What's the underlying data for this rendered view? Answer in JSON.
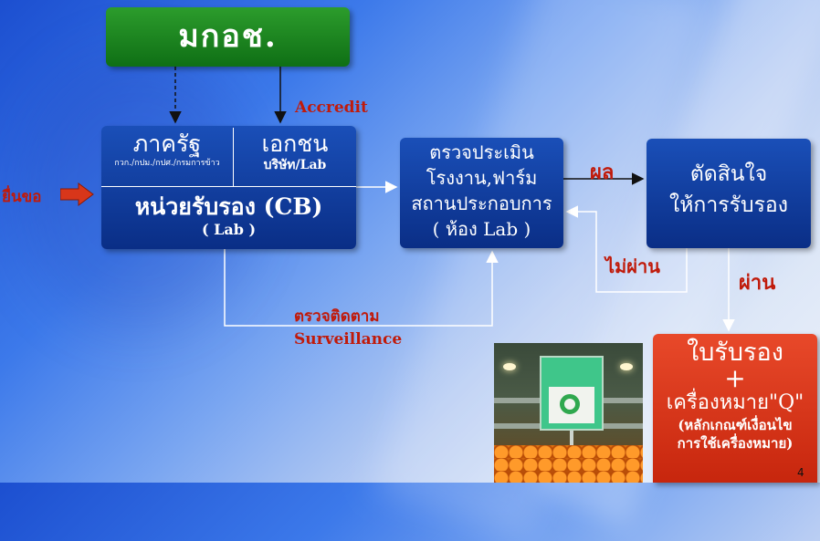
{
  "boxes": {
    "agency": "มกอช.",
    "government": "ภาครัฐ",
    "government_units": "กวก./กปม./กปศ./กรมการข้าว",
    "private": "เอกชน",
    "private_units": "บริษัท/Lab",
    "cb": "หน่วยรับรอง (CB)",
    "cb_lab": "( Lab )",
    "assess_lines": [
      "ตรวจประเมิน",
      "โรงงาน,ฟาร์ม",
      "สถานประกอบการ",
      "( ห้อง Lab )"
    ],
    "decide_lines": [
      "ตัดสินใจ",
      "ให้การรับรอง"
    ],
    "certificate": "ใบรับรอง",
    "plus": "+",
    "q_mark": "เครื่องหมาย\"Q\"",
    "criteria_lines": [
      "(หลักเกณฑ์เงื่อนไข",
      "การใช้เครื่องหมาย)"
    ]
  },
  "labels": {
    "apply": "ยื่นขอ",
    "accredit": "Accredit",
    "result": "ผล",
    "fail": "ไม่ผ่าน",
    "pass": "ผ่าน",
    "surveillance_th": "ตรวจติดตาม",
    "surveillance_en": "Surveillance"
  },
  "page_number": "4",
  "colors": {
    "green_box": "#1a831e",
    "navy_box": "#0f3a9b",
    "red_box": "#d8361a",
    "label_red": "#c01a0a",
    "connector": "#ffffff",
    "dashed_connector": "#111111"
  }
}
